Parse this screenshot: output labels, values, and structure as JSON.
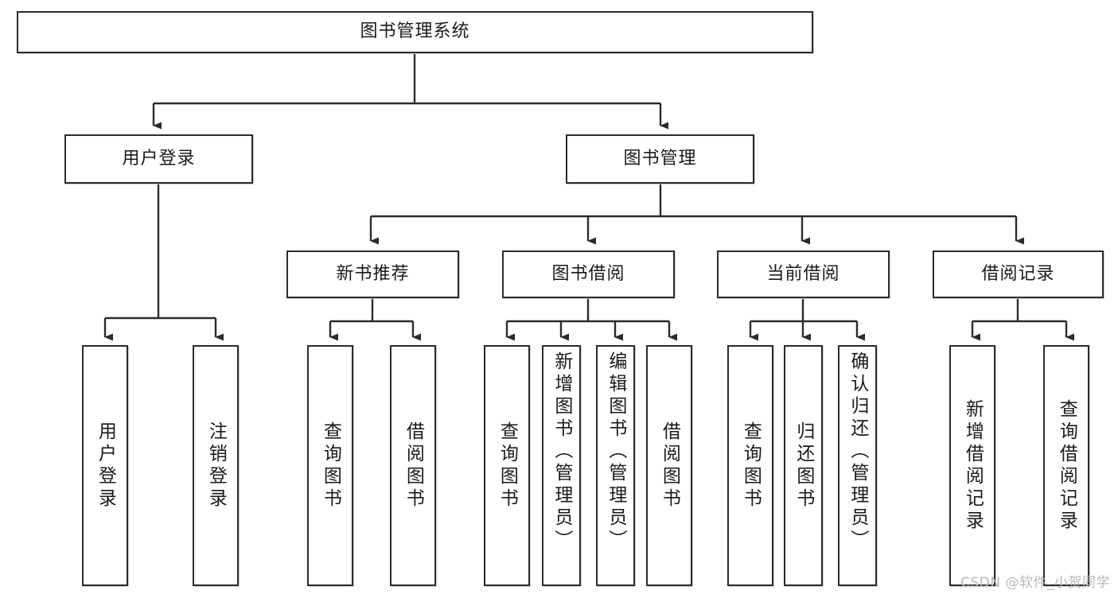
{
  "diagram": {
    "type": "tree-hierarchy",
    "title": "图书管理系统",
    "watermark": "CSDN @软件_小贺同学",
    "colors": {
      "box_border": "#2b2b2b",
      "box_fill": "#ffffff",
      "edge": "#2b2b2b",
      "text": "#1a1a1a",
      "watermark": "#b9b9b9"
    },
    "root": {
      "label": "图书管理系统"
    },
    "level1": [
      {
        "label": "用户登录"
      },
      {
        "label": "图书管理"
      }
    ],
    "level2": [
      {
        "label": "新书推荐"
      },
      {
        "label": "图书借阅"
      },
      {
        "label": "当前借阅"
      },
      {
        "label": "借阅记录"
      }
    ],
    "leaves": {
      "user_login": [
        {
          "label": "用户登录"
        },
        {
          "label": "注销登录"
        }
      ],
      "new_book": [
        {
          "label": "查询图书"
        },
        {
          "label": "借阅图书"
        }
      ],
      "book_borrow": [
        {
          "label": "查询图书"
        },
        {
          "label": "新增图书（管理员）"
        },
        {
          "label": "编辑图书（管理员）"
        },
        {
          "label": "借阅图书"
        }
      ],
      "current_borrow": [
        {
          "label": "查询图书"
        },
        {
          "label": "归还图书"
        },
        {
          "label": "确认归还（管理员）"
        }
      ],
      "borrow_record": [
        {
          "label": "新增借阅记录"
        },
        {
          "label": "查询借阅记录"
        }
      ]
    }
  }
}
